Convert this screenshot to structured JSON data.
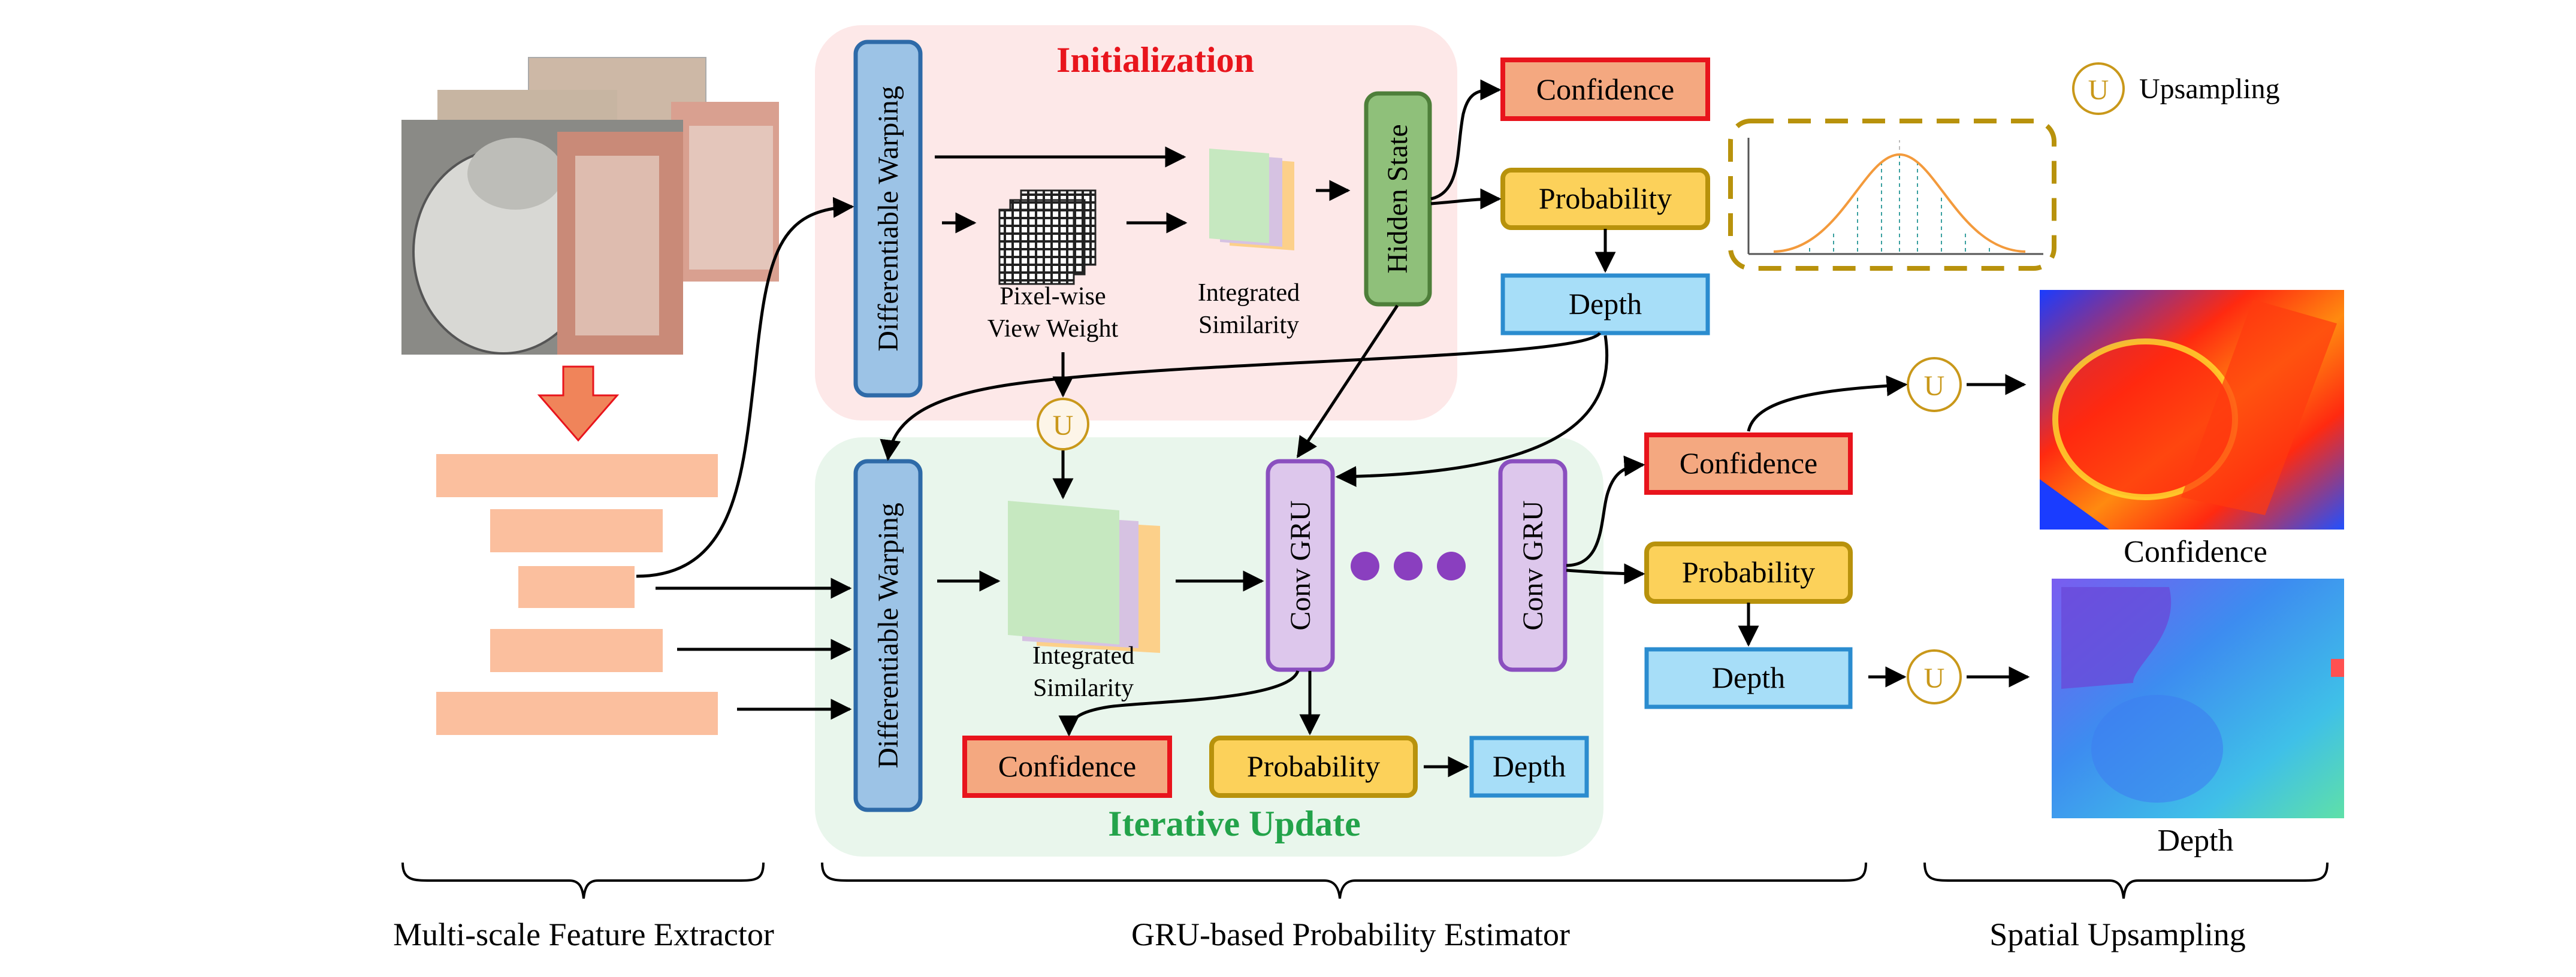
{
  "initialization": {
    "title": "Initialization",
    "warp_label": "Differentiable Warping",
    "pixel_weight_label": [
      "Pixel-wise",
      "View Weight"
    ],
    "similarity_label": [
      "Integrated",
      "Similarity"
    ],
    "hidden_state_label": "Hidden State",
    "confidence_label": "Confidence",
    "probability_label": "Probability",
    "depth_label": "Depth"
  },
  "legend": {
    "symbol": "U",
    "label": "Upsampling"
  },
  "iterative": {
    "title": "Iterative Update",
    "warp_label": "Differentiable Warping",
    "similarity_label": [
      "Integrated",
      "Similarity"
    ],
    "gru_label": "Conv GRU",
    "gru2_label": "Conv GRU",
    "confidence_label": "Confidence",
    "probability_label": "Probability",
    "depth_label": "Depth"
  },
  "outputs": {
    "confidence_label": "Confidence",
    "probability_label": "Probability",
    "depth_label": "Depth",
    "confidence_map_caption": "Confidence",
    "depth_map_caption": "Depth"
  },
  "sections": {
    "extractor": "Multi-scale Feature Extractor",
    "estimator": "GRU-based Probability Estimator",
    "upsampling": "Spatial Upsampling"
  },
  "colors": {
    "init_bg": "#fde8e8",
    "iter_bg": "#e9f6ec",
    "init_title": "#e8141c",
    "iter_title": "#23a34a",
    "warp_fill": "#9cc3e6",
    "warp_stroke": "#2e6aa8",
    "hidden_fill": "#8fc07a",
    "hidden_stroke": "#4e7f3a",
    "gru_fill": "#ddc7ec",
    "gru_stroke": "#8a4fbf",
    "confidence_fill": "#f4a880",
    "confidence_stroke": "#e8141c",
    "probability_fill": "#fcd15a",
    "probability_stroke": "#b8920c",
    "depth_fill": "#a7def8",
    "depth_stroke": "#2b8ccf",
    "feature_bar": "#fbbf9e",
    "down_arrow": "#f0845a",
    "upsample_circle": "#c9981a",
    "dots": "#8a3fbf"
  }
}
